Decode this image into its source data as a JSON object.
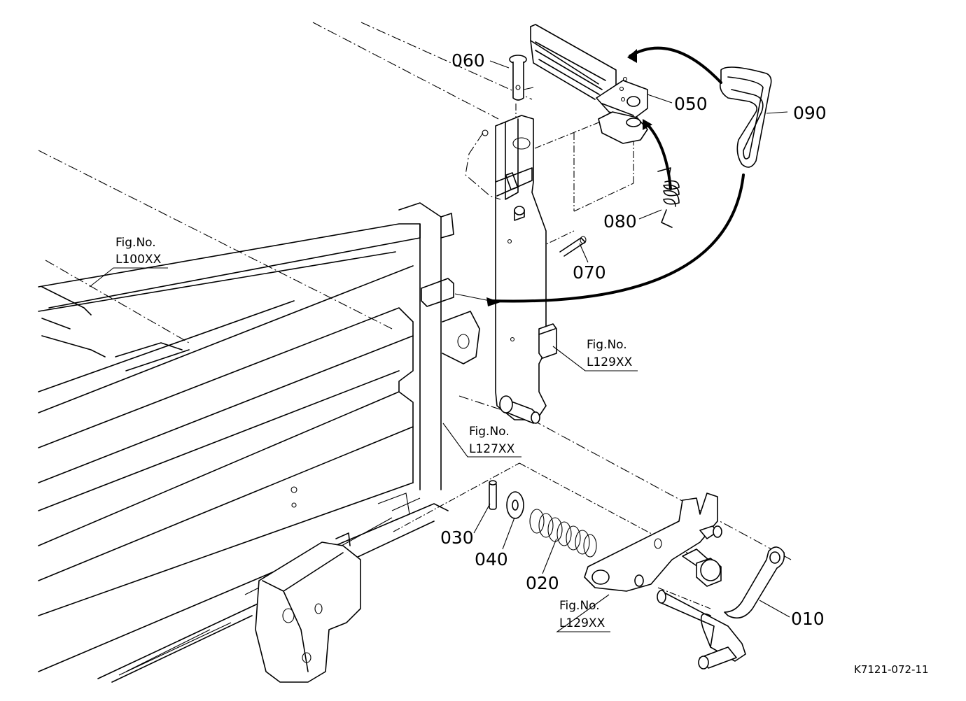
{
  "parts": [
    {
      "no": "010"
    },
    {
      "no": "020"
    },
    {
      "no": "030"
    },
    {
      "no": "040"
    },
    {
      "no": "050"
    },
    {
      "no": "060"
    },
    {
      "no": "070"
    },
    {
      "no": "080"
    },
    {
      "no": "090"
    }
  ],
  "fig_refs": [
    {
      "line1": "Fig.No.",
      "line2": "L100XX"
    },
    {
      "line1": "Fig.No.",
      "line2": "L129XX"
    },
    {
      "line1": "Fig.No.",
      "line2": "L127XX"
    },
    {
      "line1": "Fig.No.",
      "line2": "L129XX"
    }
  ],
  "drawing_code": "K7121-072-11"
}
